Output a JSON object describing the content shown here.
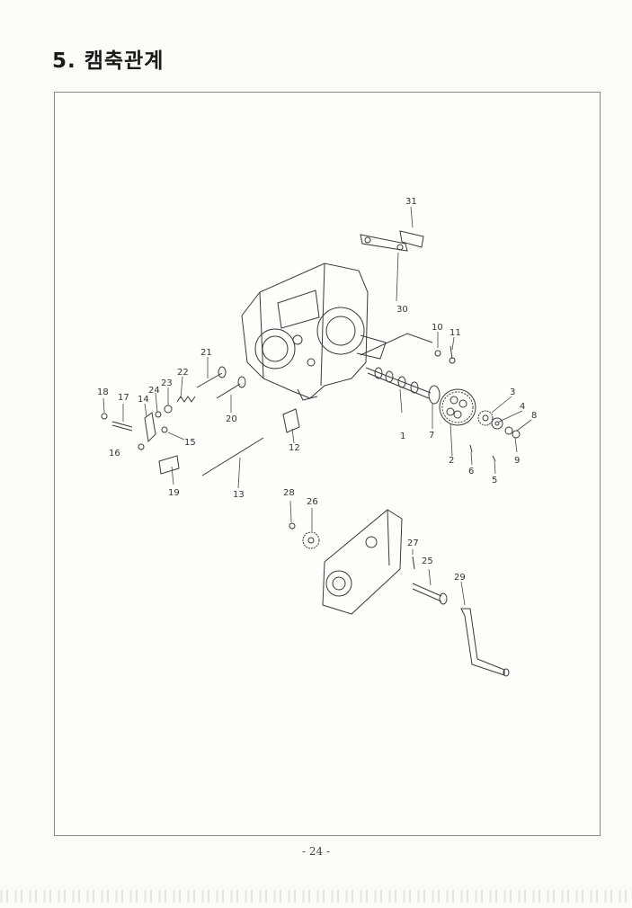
{
  "page": {
    "title": "5. 캠축관계",
    "page_number": "- 24 -"
  },
  "callouts": [
    "1",
    "2",
    "3",
    "4",
    "5",
    "6",
    "7",
    "8",
    "9",
    "10",
    "11",
    "12",
    "13",
    "14",
    "15",
    "16",
    "17",
    "18",
    "19",
    "20",
    "21",
    "22",
    "23",
    "24",
    "25",
    "26",
    "27",
    "28",
    "29",
    "30",
    "31"
  ]
}
